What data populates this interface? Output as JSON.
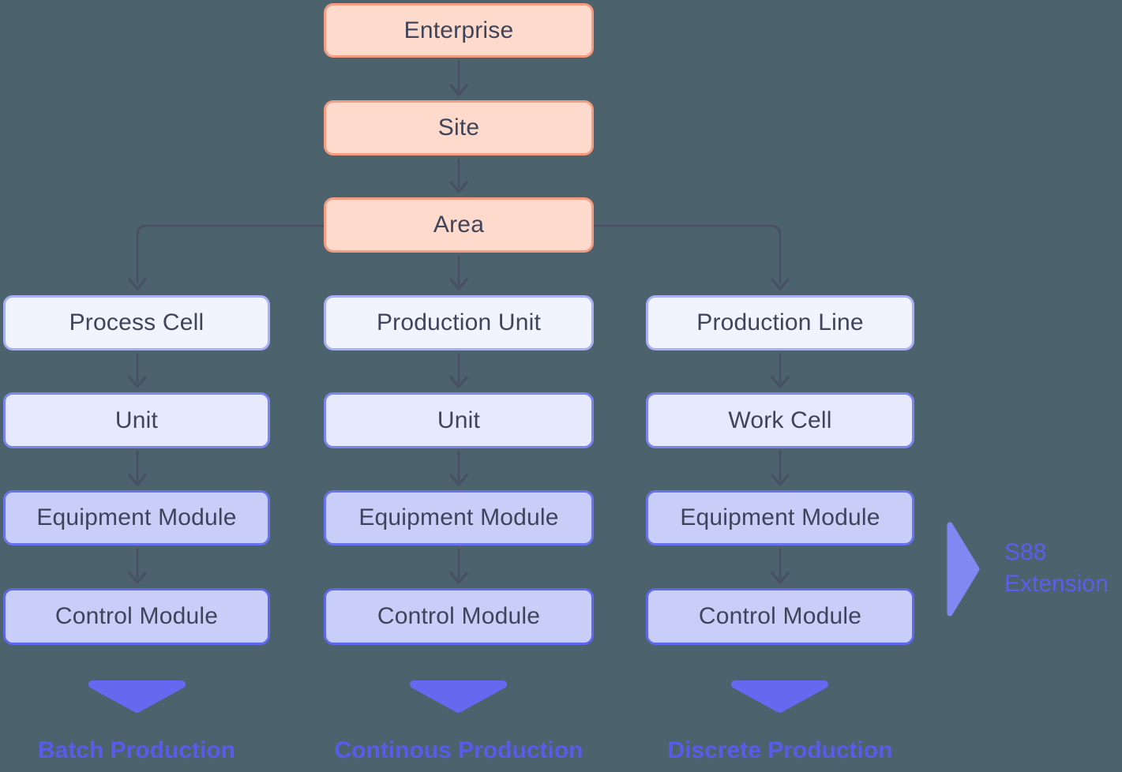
{
  "palette": {
    "background": "#4C636D",
    "node_text": "#3E4459",
    "top_level_fill": "#FDDACC",
    "top_level_border": "#F59B80",
    "level1_fill": "#F1F3FE",
    "level1_border": "#A8AFF4",
    "level2_fill": "#E7E9FD",
    "level2_border": "#7C84F0",
    "level3_fill": "#C9CEF9",
    "level3_border": "#6A73EE",
    "level4_fill": "#C9CEF9",
    "level4_border": "#5F67EB",
    "connector": "#485064",
    "down_triangle": "#6469EF",
    "side_triangle": "#8188F2",
    "footer_text": "#575CE9",
    "annotation_text": "#5A5EEB"
  },
  "hierarchy_top": [
    {
      "id": "enterprise",
      "label": "Enterprise"
    },
    {
      "id": "site",
      "label": "Site"
    },
    {
      "id": "area",
      "label": "Area"
    }
  ],
  "columns": [
    {
      "id": "batch",
      "nodes": [
        "Process Cell",
        "Unit",
        "Equipment Module",
        "Control Module"
      ],
      "footer": "Batch Production"
    },
    {
      "id": "continuous",
      "nodes": [
        "Production Unit",
        "Unit",
        "Equipment Module",
        "Control Module"
      ],
      "footer": "Continous Production"
    },
    {
      "id": "discrete",
      "nodes": [
        "Production Line",
        "Work Cell",
        "Equipment Module",
        "Control Module"
      ],
      "footer": "Discrete Production"
    }
  ],
  "annotation": {
    "label": "S88 Extension"
  }
}
